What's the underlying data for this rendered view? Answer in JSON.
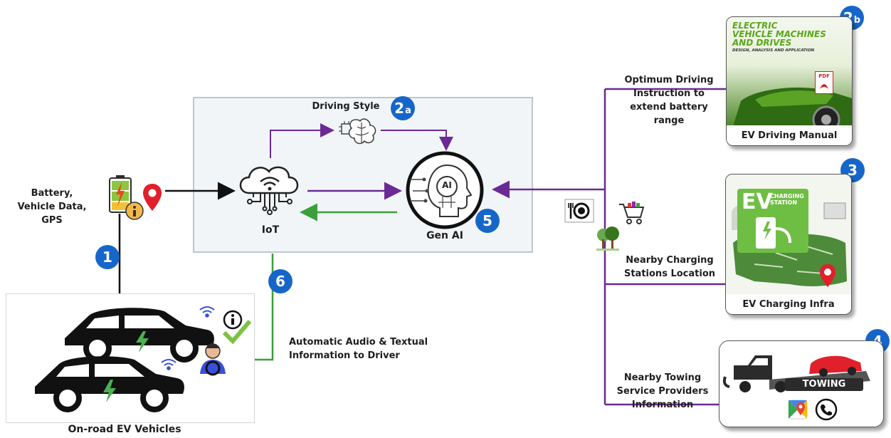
{
  "labels": {
    "battery_data": [
      "Battery,",
      "Vehicle Data,",
      "GPS"
    ],
    "driving_style": "Driving Style",
    "iot": "IoT",
    "gen_ai": "Gen AI",
    "ai_chip": "AI",
    "optimum_driving": [
      "Optimum Driving",
      "Instruction to",
      "extend battery",
      "range"
    ],
    "nearby_charging": [
      "Nearby Charging",
      "Stations Location"
    ],
    "nearby_towing": [
      "Nearby Towing",
      "Service Providers",
      "Information"
    ],
    "auto_info": [
      "Automatic Audio & Textual",
      "Information to Driver"
    ],
    "on_road": "On-road EV Vehicles"
  },
  "cards": {
    "manual": {
      "title_lines": [
        "ELECTRIC",
        "VEHICLE MACHINES",
        "AND DRIVES"
      ],
      "subtitle": "DESIGN, ANALYSIS AND APPLICATION",
      "caption": "EV Driving Manual",
      "pdf": "PDF"
    },
    "charging": {
      "sign_big": "EV",
      "sign_small": "CHARGING STATION",
      "caption": "EV Charging Infra"
    },
    "towing": {
      "sign": "TOWING"
    }
  },
  "badges": {
    "b1": "1",
    "b2a_num": "2",
    "b2a_sub": "a",
    "b2b_num": "2",
    "b2b_sub": "b",
    "b3": "3",
    "b4": "4",
    "b5": "5",
    "b6": "6"
  },
  "colors": {
    "purple": "#6a2a95",
    "green": "#3aa03a",
    "black": "#111111",
    "badge_blue": "#1666c9",
    "panel_bg": "#f1f5f8"
  }
}
